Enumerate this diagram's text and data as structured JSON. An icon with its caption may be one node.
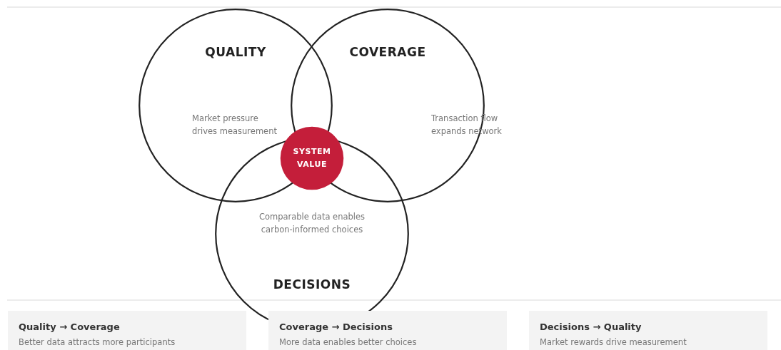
{
  "diagram": {
    "nodes": [
      {
        "text": [
          "QUALITY",
          "Market pressure drives measurement"
        ]
      },
      {
        "text": [
          "COVERAGE",
          "Transaction flow expands network"
        ]
      },
      {
        "text": [
          "Comparable data enables carbon-informed choices",
          "DECISIONS"
        ]
      },
      {
        "text": [
          "SYSTEM VALUE"
        ]
      },
      {
        "text": [
          "Quality → Coverage",
          "Better data attracts more participants"
        ]
      },
      {
        "text": [
          "Coverage → Decisions",
          "More data enables better choices"
        ]
      },
      {
        "text": [
          "Decisions → Quality",
          "Market rewards drive measurement"
        ]
      }
    ],
    "edges": []
  }
}
